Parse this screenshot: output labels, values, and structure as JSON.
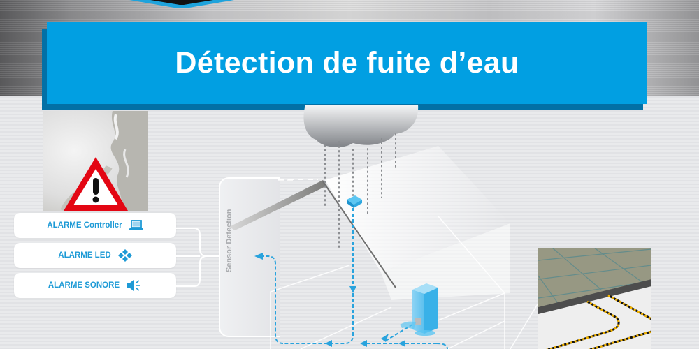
{
  "header": {
    "title": "Détection de fuite d’eau",
    "banner_color": "#019fe2",
    "banner_shadow_color": "#0270a6"
  },
  "alarms": [
    {
      "label": "ALARME Controller",
      "icon": "laptop-icon"
    },
    {
      "label": "ALARME LED",
      "icon": "led-diamond-icon"
    },
    {
      "label": "ALARME SONORE",
      "icon": "speaker-icon"
    }
  ],
  "sensor_panel": {
    "label": "Sensor Detection"
  },
  "illustration": {
    "elements": [
      "rain-cloud",
      "leak-sensor",
      "roof",
      "controller-unit",
      "water-flow-arrows",
      "floor-sensor-cable"
    ],
    "accent_color": "#1d9ad6",
    "warning_color": "#e30613"
  }
}
